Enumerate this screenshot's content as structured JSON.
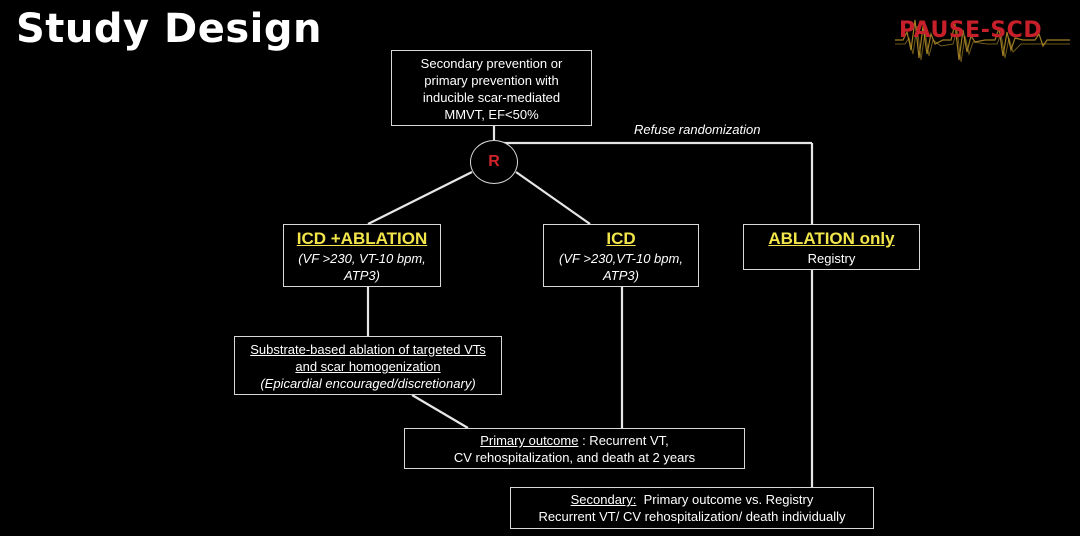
{
  "slide": {
    "title": "Study Design",
    "logo": {
      "text": "PAUSE-SCD",
      "color": "#c8202a"
    }
  },
  "flowchart": {
    "population": [
      "Secondary prevention or",
      "primary prevention with",
      "inducible scar-mediated",
      "MMVT, EF<50%"
    ],
    "randomization": "R",
    "refuse_label": "Refuse randomization",
    "arm_icd_ablation": {
      "title": "ICD +ABLATION",
      "detail": [
        "(VF >230, VT-10 bpm,",
        "ATP3)"
      ]
    },
    "arm_icd": {
      "title": "ICD",
      "detail": [
        "(VF >230,VT-10 bpm,",
        "ATP3)"
      ]
    },
    "arm_ablation_only": {
      "title": "ABLATION only",
      "detail": "Registry"
    },
    "ablation_procedure": {
      "line1": "Substrate-based ablation of targeted VTs",
      "line2": "and scar homogenization",
      "line3": "(Epicardial encouraged/discretionary)"
    },
    "primary_outcome": {
      "label": "Primary outcome",
      "text1": " : Recurrent VT,",
      "text2": "CV rehospitalization, and death at 2 years"
    },
    "secondary_outcome": {
      "label": "Secondary:",
      "text1": "  Primary outcome vs. Registry",
      "text2": "Recurrent VT/ CV rehospitalization/ death individually"
    },
    "colors": {
      "highlight": "#f2e54a",
      "randomization": "#d1232a",
      "box_border": "#d8d8d8"
    }
  }
}
